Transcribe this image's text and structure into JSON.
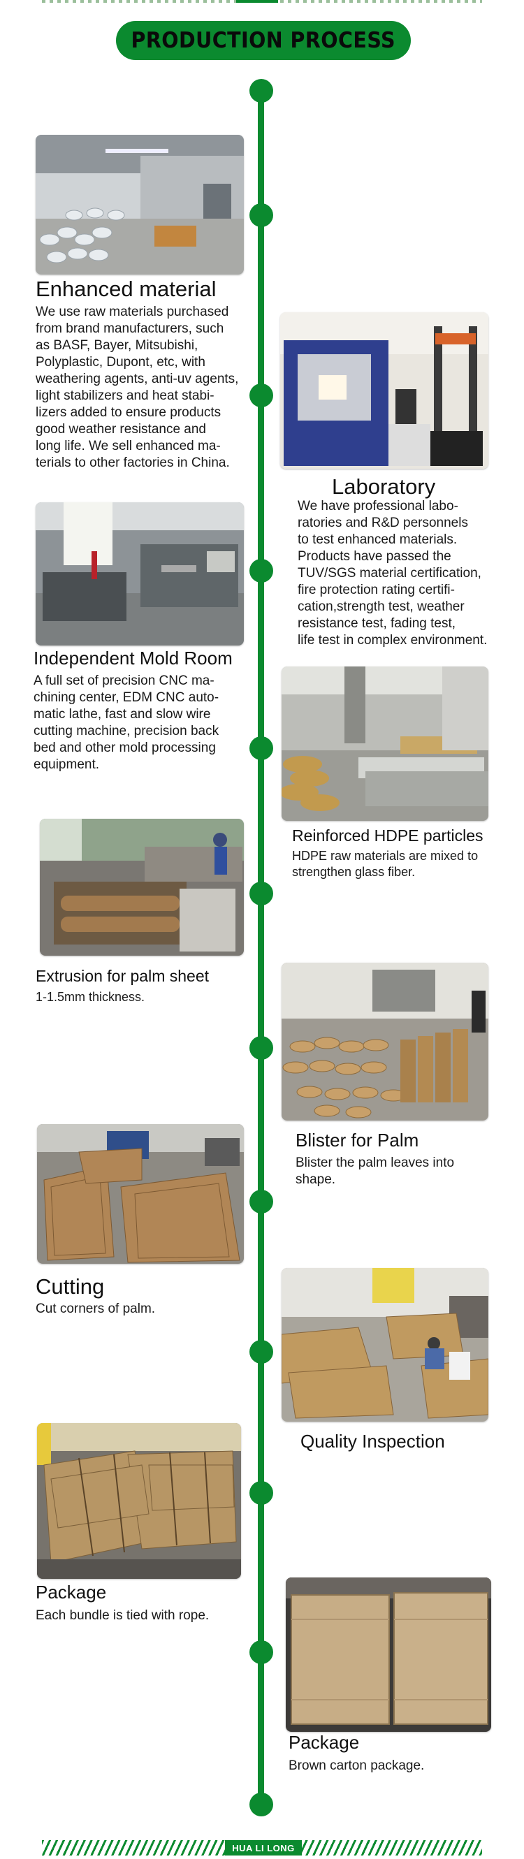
{
  "header": {
    "title": "PRODUCTION PROCESS"
  },
  "brand": {
    "name": "HUA LI LONG"
  },
  "colors": {
    "accent": "#0b8a2f"
  },
  "steps": [
    {
      "title": "Enhanced material",
      "description": "We use raw materials purchased\nfrom brand manufacturers, such\nas BASF, Bayer, Mitsubishi,\nPolyplastic, Dupont, etc, with\nweathering agents, anti-uv agents,\nlight stabilizers and heat stabi-\nlizers added to ensure products\ngood weather resistance and\nlong life. We sell enhanced ma-\nterials to other factories in China."
    },
    {
      "title": "Laboratory",
      "description": "We have professional labo-\nratories and R&D personnels\nto test enhanced materials.\nProducts have passed the\nTUV/SGS material certification,\nfire protection rating certifi-\ncation,strength test, weather\nresistance test, fading test,\nlife test in complex environment."
    },
    {
      "title": "Independent Mold Room",
      "description": "A full set of precision CNC ma-\nchining center, EDM CNC auto-\nmatic lathe, fast and slow wire\ncutting machine, precision back\nbed and other mold processing\nequipment."
    },
    {
      "title": "Reinforced HDPE particles",
      "description": "HDPE raw materials are mixed to\nstrengthen glass fiber."
    },
    {
      "title": "Extrusion for palm sheet",
      "description": "1-1.5mm thickness."
    },
    {
      "title": "Blister for Palm",
      "description": "Blister the palm leaves into\nshape."
    },
    {
      "title": "Cutting",
      "description": "Cut corners of palm."
    },
    {
      "title": "Quality Inspection",
      "description": ""
    },
    {
      "title": "Package",
      "description": "Each bundle is tied with rope."
    },
    {
      "title": "Package",
      "description": "Brown carton package."
    }
  ]
}
